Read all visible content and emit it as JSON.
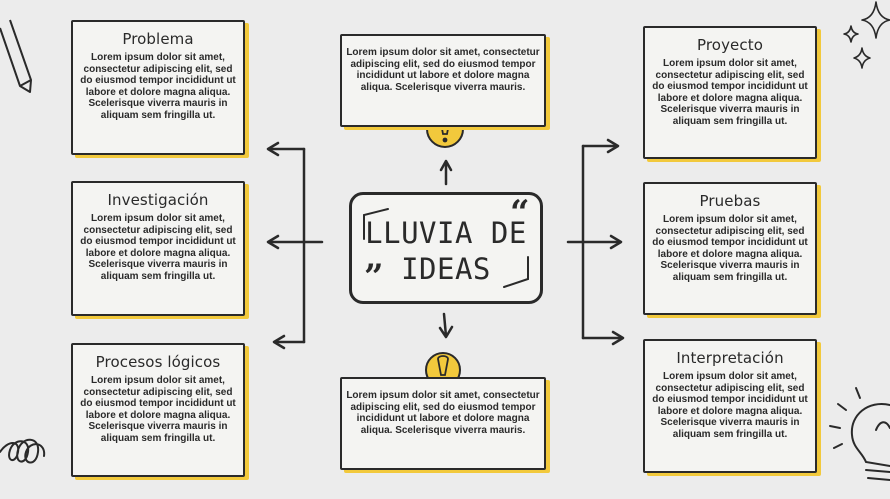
{
  "center": {
    "line1": "LLUVIA DE",
    "line2": "IDEAS"
  },
  "cards": {
    "problema": {
      "title": "Problema",
      "body": "Lorem ipsum dolor sit amet, consectetur adipiscing elit, sed do eiusmod tempor incididunt ut labore et dolore magna aliqua. Scelerisque viverra mauris in aliquam sem fringilla ut."
    },
    "investigacion": {
      "title": "Investigación",
      "body": "Lorem ipsum dolor sit amet, consectetur adipiscing elit, sed do eiusmod tempor incididunt ut labore et dolore magna aliqua. Scelerisque viverra mauris in aliquam sem fringilla ut."
    },
    "procesos": {
      "title": "Procesos lógicos",
      "body": "Lorem ipsum dolor sit amet, consectetur adipiscing elit, sed do eiusmod tempor incididunt ut labore et dolore magna aliqua. Scelerisque viverra mauris in aliquam sem fringilla ut."
    },
    "proyecto": {
      "title": "Proyecto",
      "body": "Lorem ipsum dolor sit amet, consectetur adipiscing elit, sed do eiusmod tempor incididunt ut labore et dolore magna aliqua. Scelerisque viverra mauris in aliquam sem fringilla ut."
    },
    "pruebas": {
      "title": "Pruebas",
      "body": "Lorem ipsum dolor sit amet, consectetur adipiscing elit, sed do eiusmod tempor incididunt ut labore et dolore magna aliqua. Scelerisque viverra mauris in aliquam sem fringilla ut."
    },
    "interpretacion": {
      "title": "Interpretación",
      "body": "Lorem ipsum dolor sit amet, consectetur adipiscing elit, sed do eiusmod tempor incididunt ut labore et dolore magna aliqua. Scelerisque viverra mauris in aliquam sem fringilla ut."
    },
    "top": {
      "body": "Lorem ipsum dolor sit amet, consectetur adipiscing elit, sed do eiusmod tempor incididunt ut labore et dolore magna aliqua. Scelerisque viverra mauris."
    },
    "bottom": {
      "body": "Lorem ipsum dolor sit amet, consectetur adipiscing elit, sed do eiusmod tempor incididunt ut labore et dolore magna aliqua. Scelerisque viverra mauris."
    }
  },
  "colors": {
    "accent": "#f2c93c",
    "ink": "#2a2a2a",
    "background": "#ececec"
  },
  "icons": [
    "pencil-icon",
    "sparkle-icon",
    "bulb-exclamation-icon",
    "lightbulb-icon",
    "spiral-doodle-icon",
    "quote-mark-icon"
  ]
}
